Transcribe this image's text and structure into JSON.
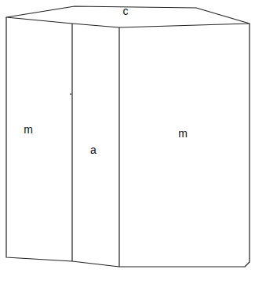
{
  "diagram": {
    "labels": [
      "c",
      "m",
      "a",
      "m"
    ]
  }
}
